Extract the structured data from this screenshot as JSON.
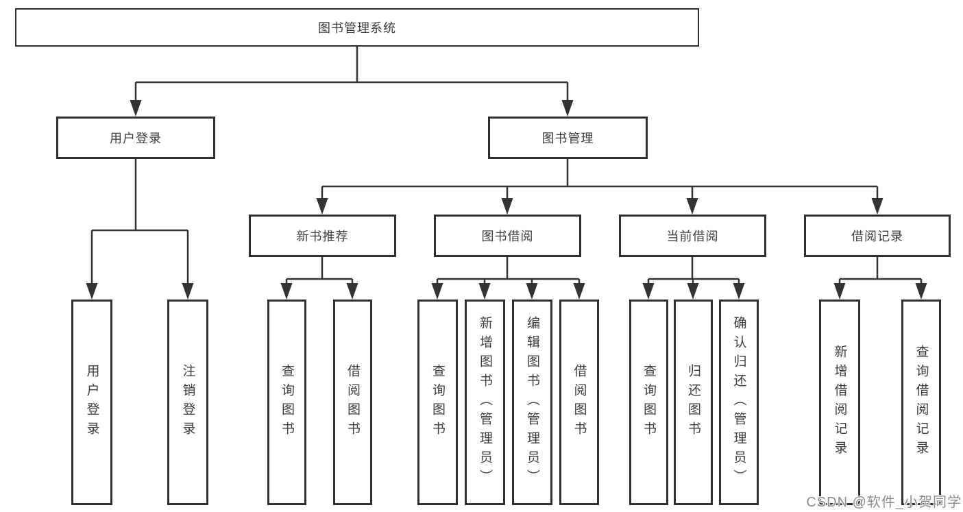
{
  "diagram_type": "hierarchy-tree",
  "colors": {
    "line": "#333333",
    "box_border": "#2e2e2e",
    "text": "#3d3d3d",
    "background": "#ffffff",
    "watermark": "#8f8b8b"
  },
  "tree": {
    "root": {
      "label": "图书管理系统"
    },
    "branches": [
      {
        "label": "用户登录",
        "children": [
          {
            "label": "用户登录"
          },
          {
            "label": "注销登录"
          }
        ]
      },
      {
        "label": "图书管理",
        "children": [
          {
            "label": "新书推荐",
            "children": [
              {
                "label": "查询图书"
              },
              {
                "label": "借阅图书"
              }
            ]
          },
          {
            "label": "图书借阅",
            "children": [
              {
                "label": "查询图书"
              },
              {
                "label": "新增图书（管理员）"
              },
              {
                "label": "编辑图书（管理员）"
              },
              {
                "label": "借阅图书"
              }
            ]
          },
          {
            "label": "当前借阅",
            "children": [
              {
                "label": "查询图书"
              },
              {
                "label": "归还图书"
              },
              {
                "label": "确认归还（管理员）"
              }
            ]
          },
          {
            "label": "借阅记录",
            "children": [
              {
                "label": "新增借阅记录"
              },
              {
                "label": "查询借阅记录"
              }
            ]
          }
        ]
      }
    ]
  },
  "watermark": {
    "text": "CSDN @软件_小贺同学"
  }
}
